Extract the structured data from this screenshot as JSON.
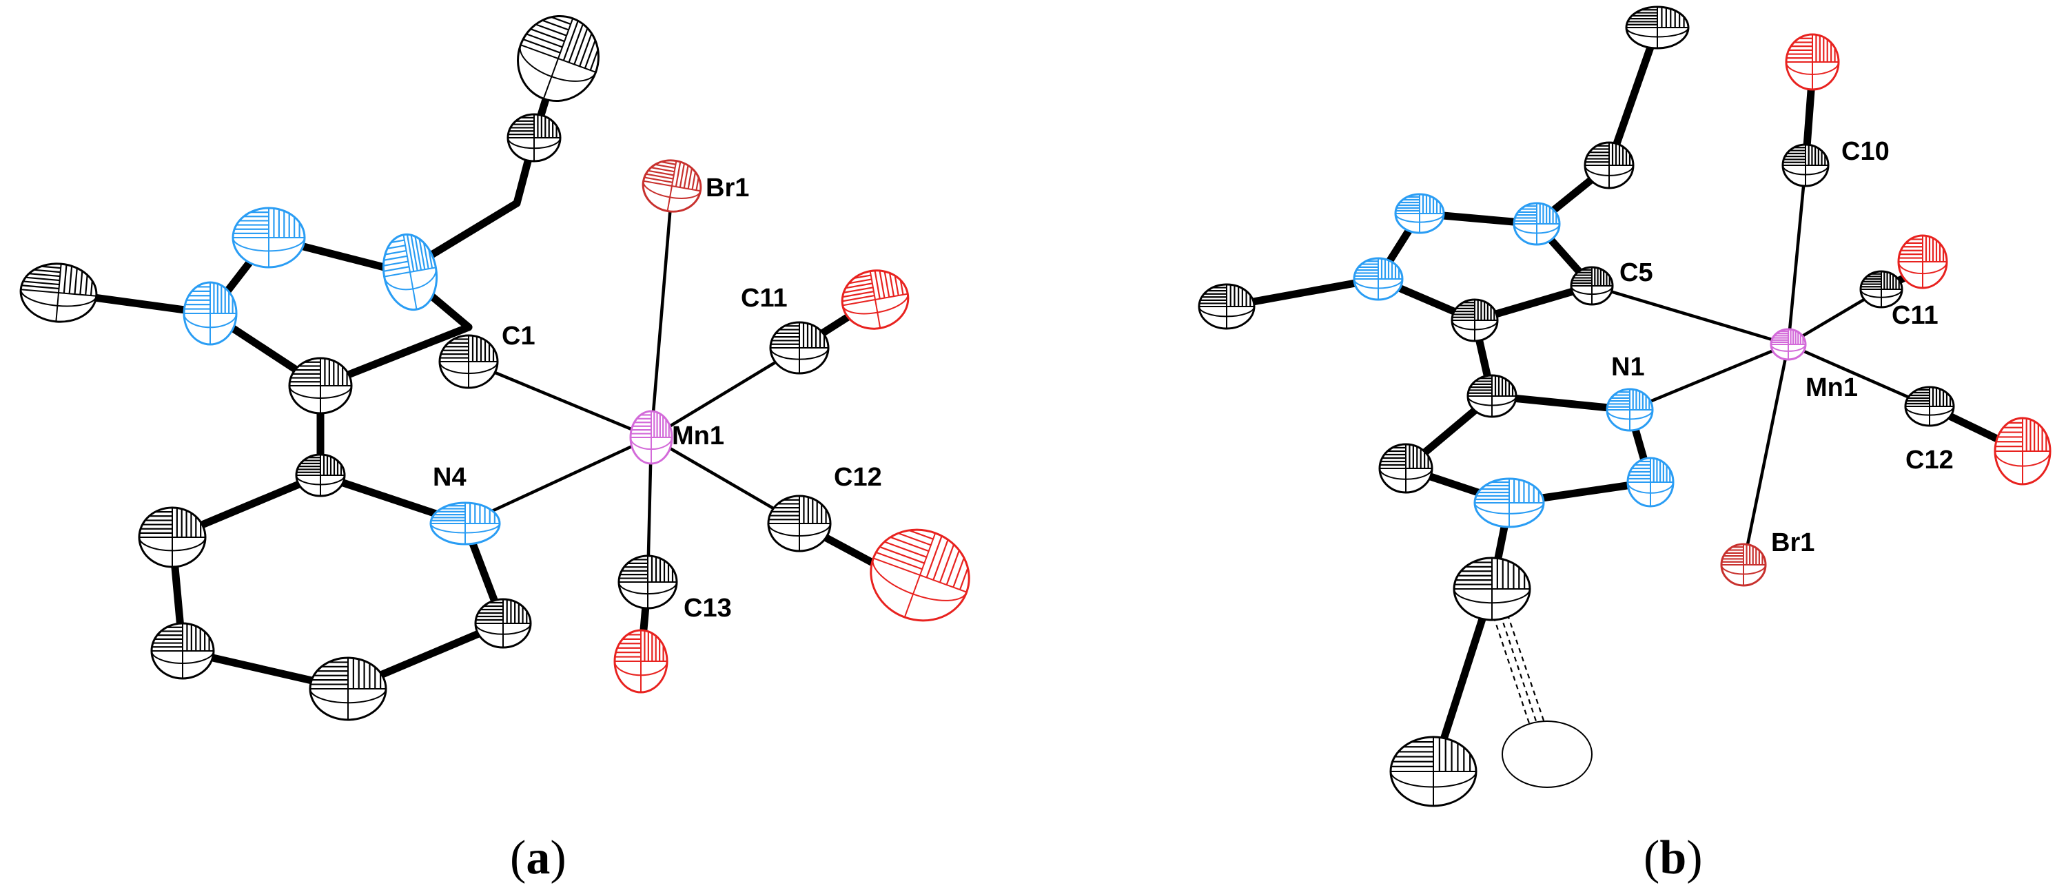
{
  "colors": {
    "carbon": "#000000",
    "nitrogen": "#2a9df4",
    "oxygen": "#e8221f",
    "bromine": "#c8312e",
    "manganese": "#d36ad9",
    "bond": "#000000",
    "background": "#ffffff"
  },
  "panels": [
    {
      "id": "a",
      "label_open": "(",
      "label_letter": "a",
      "label_close": ")",
      "atom_labels": [
        "Br1",
        "C11",
        "C1",
        "Mn1",
        "N4",
        "C12",
        "C13"
      ]
    },
    {
      "id": "b",
      "label_open": "(",
      "label_letter": "b",
      "label_close": ")",
      "atom_labels": [
        "C10",
        "C5",
        "C11",
        "N1",
        "Mn1",
        "C12",
        "Br1"
      ]
    }
  ]
}
